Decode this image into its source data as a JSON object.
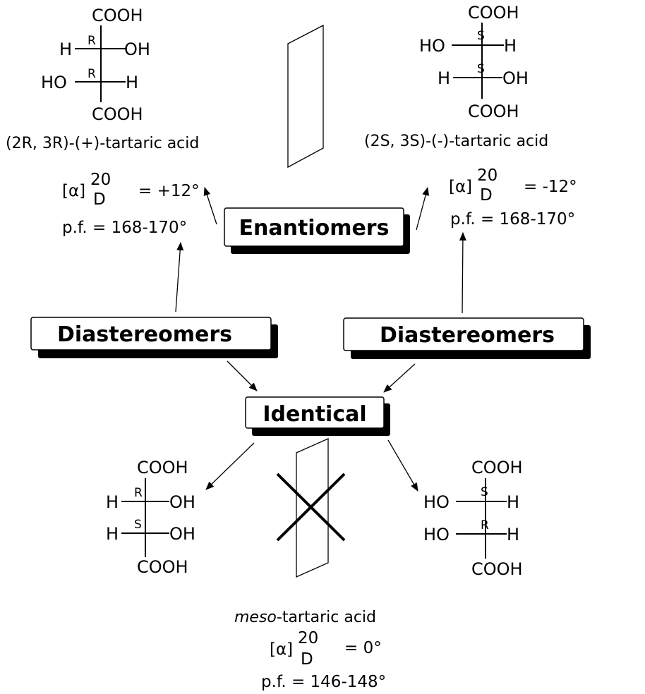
{
  "labels": {
    "enantiomers": "Enantiomers",
    "diastereomers_left": "Diastereomers",
    "diastereomers_right": "Diastereomers",
    "identical": "Identical"
  },
  "rr": {
    "top": "COOH",
    "row1_left": "H",
    "row1_cfg": "R",
    "row1_right": "OH",
    "row2_left": "HO",
    "row2_cfg": "R",
    "row2_right": "H",
    "bottom": "COOH",
    "name": "(2R, 3R)-(+)-tartaric acid",
    "rotation_symbol": "[α]",
    "rotation_temp": "20",
    "rotation_line": "D",
    "rotation_value": "= +12°",
    "melting_point": "p.f. = 168-170°"
  },
  "ss": {
    "top": "COOH",
    "row1_left": "HO",
    "row1_cfg": "S",
    "row1_right": "H",
    "row2_left": "H",
    "row2_cfg": "S",
    "row2_right": "OH",
    "bottom": "COOH",
    "name": "(2S, 3S)-(-)-tartaric acid",
    "rotation_symbol": "[α]",
    "rotation_temp": "20",
    "rotation_line": "D",
    "rotation_value": "= -12°",
    "melting_point": "p.f. = 168-170°"
  },
  "meso_left": {
    "top": "COOH",
    "row1_left": "H",
    "row1_cfg": "R",
    "row1_right": "OH",
    "row2_left": "H",
    "row2_cfg": "S",
    "row2_right": "OH",
    "bottom": "COOH"
  },
  "meso_right": {
    "top": "COOH",
    "row1_left": "HO",
    "row1_cfg": "S",
    "row1_right": "H",
    "row2_left": "HO",
    "row2_cfg": "R",
    "row2_right": "H",
    "bottom": "COOH"
  },
  "meso": {
    "name_prefix": "meso",
    "name_suffix": "-tartaric acid",
    "rotation_symbol": "[α]",
    "rotation_temp": "20",
    "rotation_line": "D",
    "rotation_value": "= 0°",
    "melting_point": "p.f. = 146-148°"
  }
}
